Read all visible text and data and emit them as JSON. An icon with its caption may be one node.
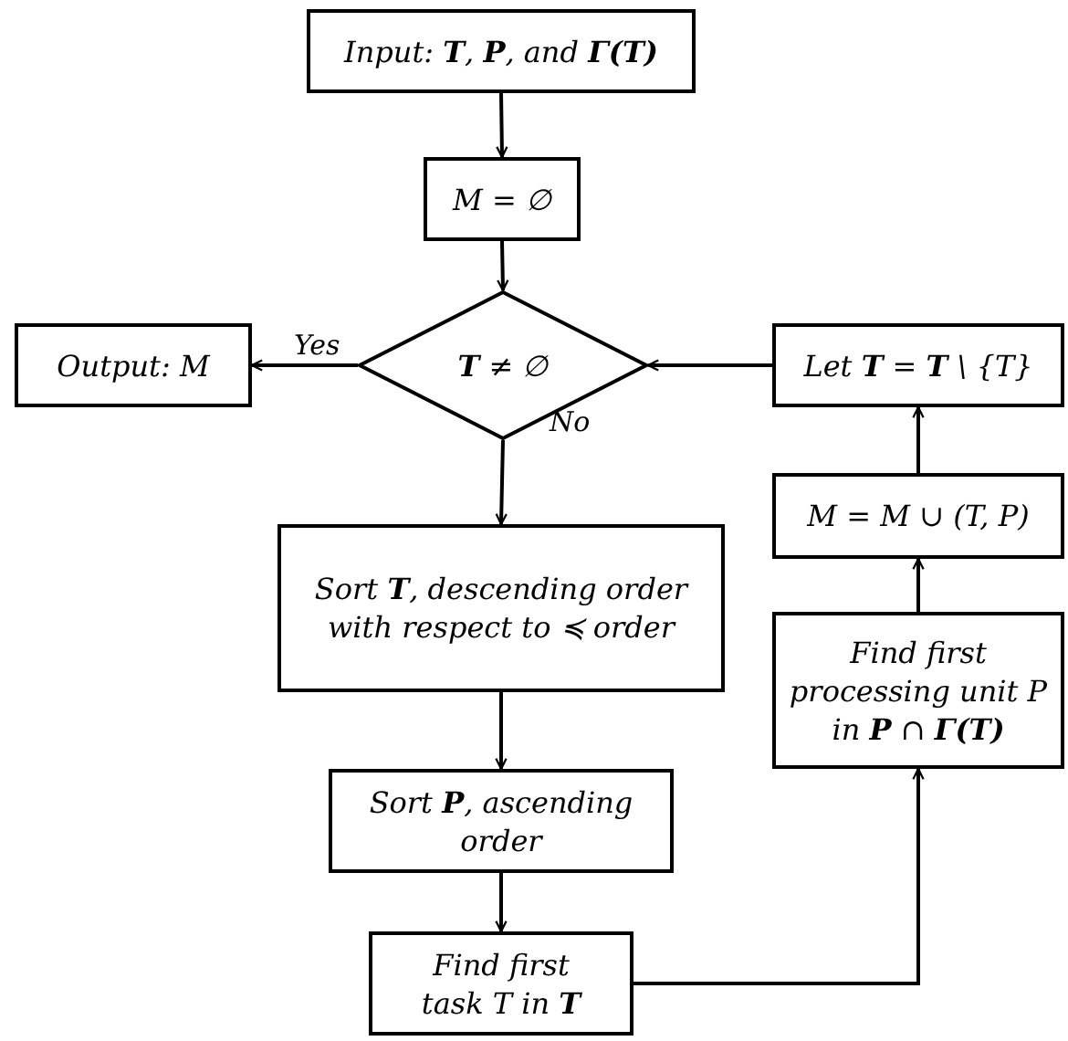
{
  "diagram": {
    "nodes": [
      {
        "text": [
          "Input: **T**, **P**, and **Γ(T)**"
        ]
      },
      {
        "text": [
          "M = ∅"
        ]
      },
      {
        "text": [
          "**T** ≠ ∅"
        ]
      },
      {
        "text": [
          "Output: M"
        ]
      },
      {
        "text": [
          "Let **T** = **T** \\ {T}"
        ]
      },
      {
        "text": [
          "M = M ∪ (T, P)"
        ]
      },
      {
        "text": [
          "Find first processing unit P in **P** ∩ **Γ(T)**"
        ]
      },
      {
        "text": [
          "Sort **T**, descending order with respect to ≼ order"
        ]
      },
      {
        "text": [
          "Sort **P**, ascending order"
        ]
      },
      {
        "text": [
          "Find first task T in **T**"
        ]
      }
    ],
    "edges": [
      {
        "from": 0,
        "to": 1,
        "arrow": "to"
      },
      {
        "from": 1,
        "to": 2,
        "arrow": "to"
      },
      {
        "from": 2,
        "to": 3,
        "arrow": "to",
        "label": "Yes"
      },
      {
        "from": 4,
        "to": 2,
        "arrow": "to"
      },
      {
        "from": 2,
        "to": 7,
        "arrow": "to",
        "label": "No"
      },
      {
        "from": 7,
        "to": 8,
        "arrow": "to"
      },
      {
        "from": 8,
        "to": 9,
        "arrow": "to"
      },
      {
        "from": 9,
        "to": 6,
        "arrow": "to"
      },
      {
        "from": 6,
        "to": 5,
        "arrow": "to"
      },
      {
        "from": 5,
        "to": 4,
        "arrow": "to"
      }
    ]
  }
}
